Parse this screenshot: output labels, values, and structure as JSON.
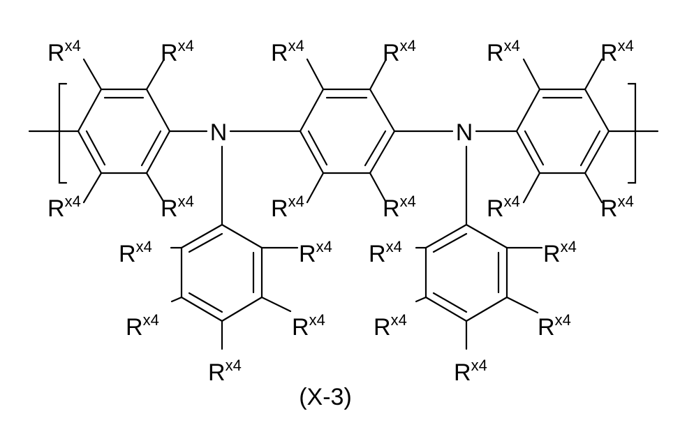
{
  "diagram": {
    "caption": "(X-3)",
    "nitrogen_label": "N",
    "substituent": {
      "base": "R",
      "superscript": "x4"
    }
  }
}
